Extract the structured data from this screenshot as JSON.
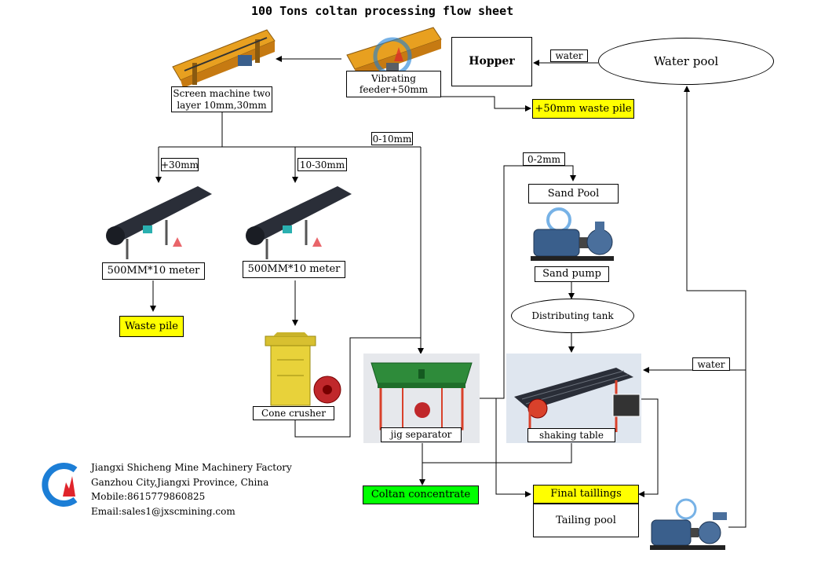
{
  "title": "100 Tons coltan processing flow sheet",
  "nodes": {
    "hopper": "Hopper",
    "water_pool": "Water pool",
    "vibrating_feeder": "Vibrating feeder+50mm",
    "screen_machine": "Screen machine two layer 10mm,30mm",
    "waste_pile_50": "+50mm waste pile",
    "conveyor_1": "500MM*10 meter",
    "conveyor_2": "500MM*10 meter",
    "waste_pile": "Waste pile",
    "cone_crusher": "Cone crusher",
    "jig_separator": "jig separator",
    "sand_pool": "Sand Pool",
    "sand_pump": "Sand pump",
    "distributing_tank": "Distributing tank",
    "shaking_table": "shaking table",
    "coltan_concentrate": "Coltan concentrate",
    "final_tailings": "Final taillings",
    "tailing_pool": "Tailing pool"
  },
  "edge_labels": {
    "water_top": "water",
    "water_right": "water",
    "size_plus30": "+30mm",
    "size_10_30": "10-30mm",
    "size_0_10": "0-10mm",
    "size_0_2": "0-2mm"
  },
  "company": {
    "name": "Jiangxi Shicheng Mine Machinery Factory",
    "address": "Ganzhou City,Jiangxi Province, China",
    "mobile": "Mobile:8615779860825",
    "email": "Email:sales1@jxscmining.com"
  },
  "colors": {
    "highlight_yellow": "#ffff00",
    "highlight_green": "#00ff00",
    "machine_orange": "#e8a020",
    "conveyor_dark": "#2a2e38",
    "jig_green": "#2e8b3a",
    "jig_red": "#d9412b",
    "crusher_yellow": "#e8d23a",
    "pump_blue": "#3a5f8c",
    "logo_blue": "#1c7ed6",
    "logo_red": "#e0242b"
  }
}
